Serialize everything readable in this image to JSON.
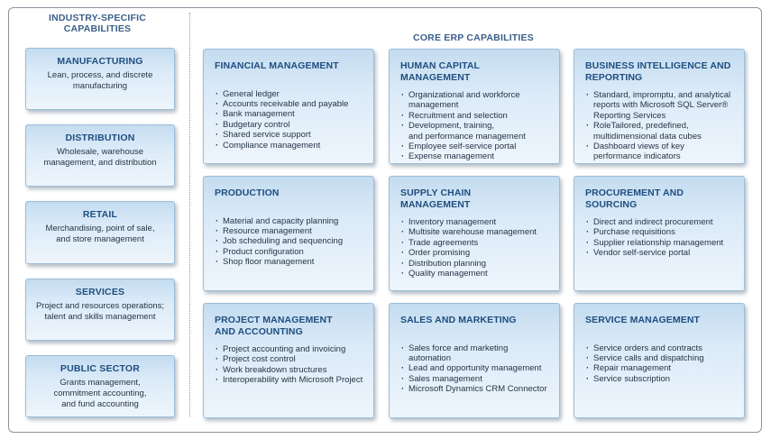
{
  "industry": {
    "heading_line1": "INDUSTRY-SPECIFIC",
    "heading_line2": "CAPABILITIES",
    "cards": [
      {
        "title": "MANUFACTURING",
        "lines": [
          "Lean, process, and discrete",
          "manufacturing"
        ]
      },
      {
        "title": "DISTRIBUTION",
        "lines": [
          "Wholesale, warehouse",
          "management, and distribution"
        ]
      },
      {
        "title": "RETAIL",
        "lines": [
          "Merchandising, point of sale,",
          "and store management"
        ]
      },
      {
        "title": "SERVICES",
        "lines": [
          "Project and resources operations;",
          "talent and skills management"
        ]
      },
      {
        "title": "PUBLIC SECTOR",
        "lines": [
          "Grants management,",
          "commitment accounting,",
          "and fund accounting"
        ]
      }
    ]
  },
  "core": {
    "heading": "CORE ERP CAPABILITIES",
    "cards": [
      {
        "title_lines": [
          "FINANCIAL MANAGEMENT"
        ],
        "items": [
          "General ledger",
          "Accounts receivable and payable",
          "Bank management",
          "Budgetary control",
          "Shared service support",
          "Compliance management"
        ]
      },
      {
        "title_lines": [
          "HUMAN CAPITAL",
          "MANAGEMENT"
        ],
        "items": [
          "Organizational and workforce",
          "management",
          "Recruitment and selection",
          "Development, training,",
          "and performance management",
          "Employee self-service portal",
          "Expense management"
        ]
      },
      {
        "title_lines": [
          "BUSINESS INTELLIGENCE AND",
          "REPORTING"
        ],
        "items": [
          "Standard, impromptu, and analytical",
          "reports with Microsoft SQL Server®",
          "Reporting Services",
          "RoleTailored, predefined,",
          "multidimensional data cubes",
          "Dashboard views of key",
          "performance indicators"
        ]
      },
      {
        "title_lines": [
          "PRODUCTION"
        ],
        "items": [
          "Material and capacity planning",
          "Resource management",
          "Job scheduling and sequencing",
          "Product configuration",
          "Shop floor management"
        ]
      },
      {
        "title_lines": [
          "SUPPLY CHAIN",
          "MANAGEMENT"
        ],
        "items": [
          "Inventory management",
          "Multisite warehouse management",
          "Trade agreements",
          "Order promising",
          "Distribution planning",
          "Quality management"
        ]
      },
      {
        "title_lines": [
          "PROCUREMENT AND",
          "SOURCING"
        ],
        "items": [
          "Direct and indirect procurement",
          "Purchase requisitions",
          "Supplier relationship management",
          "Vendor self-service portal"
        ]
      },
      {
        "title_lines": [
          "PROJECT MANAGEMENT",
          "AND ACCOUNTING"
        ],
        "items": [
          "Project accounting and invoicing",
          "Project cost control",
          "Work breakdown structures",
          "Interoperability with Microsoft Project"
        ]
      },
      {
        "title_lines": [
          "SALES AND MARKETING"
        ],
        "items": [
          "Sales force and marketing",
          "automation",
          "Lead and opportunity management",
          "Sales management",
          "Microsoft Dynamics CRM Connector"
        ]
      },
      {
        "title_lines": [
          "SERVICE MANAGEMENT"
        ],
        "items": [
          "Service orders and contracts",
          "Service calls and dispatching",
          "Repair management",
          "Service subscription"
        ]
      }
    ]
  }
}
